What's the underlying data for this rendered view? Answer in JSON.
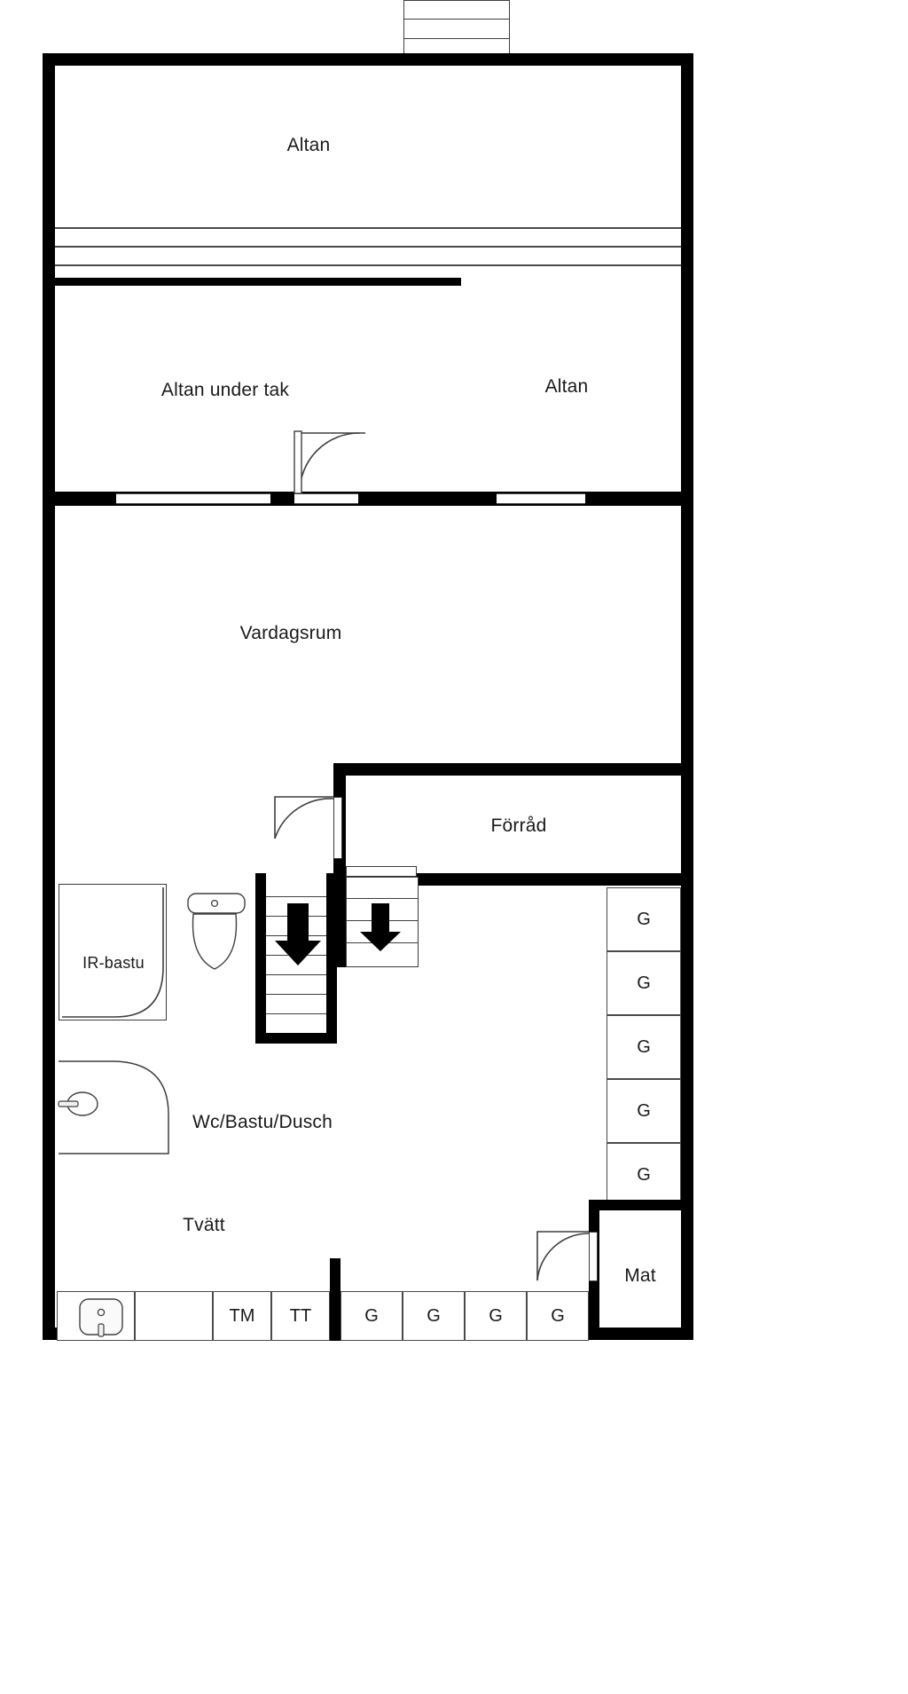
{
  "document": {
    "type": "floor-plan",
    "language": "sv",
    "line_color": "#000000",
    "fill_color": "#ffffff",
    "thin_line_color": "#4a4a4a"
  },
  "rooms": [
    {
      "id": "altan-top",
      "label": "Altan"
    },
    {
      "id": "altan-under-tak",
      "label": "Altan under tak"
    },
    {
      "id": "altan-right",
      "label": "Altan"
    },
    {
      "id": "vardagsrum",
      "label": "Vardagsrum"
    },
    {
      "id": "forrad",
      "label": "Förråd"
    },
    {
      "id": "wc-bastu-dusch",
      "label": "Wc/Bastu/Dusch"
    },
    {
      "id": "tvatt",
      "label": "Tvätt"
    },
    {
      "id": "ir-bastu",
      "label": "IR-bastu"
    },
    {
      "id": "mat",
      "label": "Mat"
    }
  ],
  "fixtures": {
    "ir_bastu_label": "IR-bastu",
    "toilet": "toilet-icon",
    "washbasin": "washbasin-icon",
    "shower": "shower-icon",
    "sink": "sink-icon"
  },
  "right_cabinets": {
    "column_label": "G",
    "cells": [
      "G",
      "G",
      "G",
      "G",
      "G"
    ]
  },
  "bottom_cabinets": {
    "cells": [
      {
        "label": "",
        "icon": "sink-icon"
      },
      {
        "label": "",
        "icon": ""
      },
      {
        "label": "TM",
        "icon": ""
      },
      {
        "label": "TT",
        "icon": ""
      },
      {
        "label": "G",
        "icon": ""
      },
      {
        "label": "G",
        "icon": ""
      },
      {
        "label": "G",
        "icon": ""
      },
      {
        "label": "G",
        "icon": ""
      }
    ]
  },
  "stairs": [
    {
      "id": "stair-left",
      "direction": "down",
      "arrow": "↓",
      "treads": 8
    },
    {
      "id": "stair-right",
      "direction": "down",
      "arrow": "↓",
      "treads": 4
    },
    {
      "id": "stair-outdoor",
      "direction": "up",
      "arrow": "",
      "treads": 3
    }
  ],
  "doors": [
    {
      "id": "door-altan",
      "swing": "quarter-arc"
    },
    {
      "id": "door-forrad",
      "swing": "quarter-arc"
    },
    {
      "id": "door-mat",
      "swing": "quarter-arc"
    }
  ]
}
